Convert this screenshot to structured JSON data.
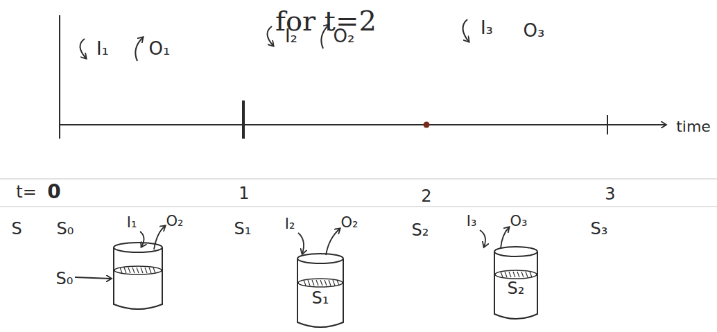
{
  "diagram": {
    "title": "for t=2",
    "nodes": [
      {
        "text": [
          "S₀"
        ]
      },
      {
        "text": [
          "S₁"
        ]
      },
      {
        "text": [
          "S₂"
        ]
      }
    ],
    "labels": [
      "I₁",
      "O₁",
      "I₂",
      "O₂",
      "I₃",
      "O₃",
      "time",
      "t=",
      "0",
      "1",
      "2",
      "3",
      "S",
      "S₀",
      "I₁",
      "O₂",
      "S₁",
      "I₂",
      "O₂",
      "S₂",
      "I₃",
      "O₃",
      "S₃"
    ]
  }
}
